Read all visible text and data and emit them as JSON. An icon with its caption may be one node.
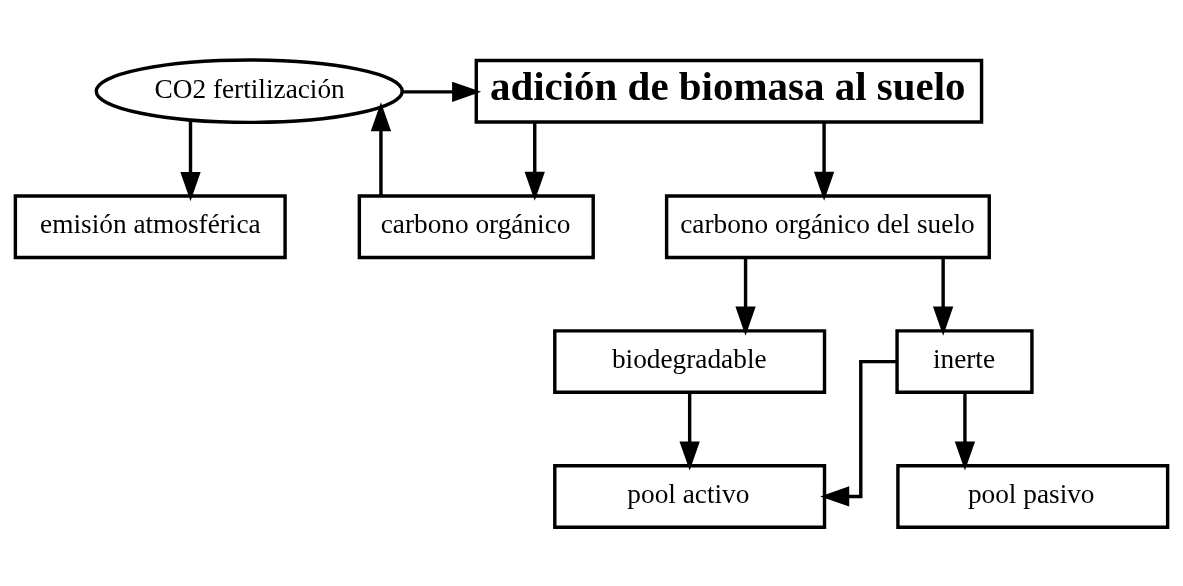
{
  "diagram": {
    "nodes": [
      {
        "text": [
          "CO2 fertilización"
        ]
      },
      {
        "text": [
          "adición de biomasa al suelo"
        ]
      },
      {
        "text": [
          "emisión atmosférica"
        ]
      },
      {
        "text": [
          "carbono orgánico"
        ]
      },
      {
        "text": [
          "carbono orgánico del suelo"
        ]
      },
      {
        "text": [
          "biodegradable"
        ]
      },
      {
        "text": [
          "inerte"
        ]
      },
      {
        "text": [
          "pool activo"
        ]
      },
      {
        "text": [
          "pool pasivo"
        ]
      }
    ],
    "edges": [
      {
        "from": 0,
        "to": 1,
        "arrow": "to"
      },
      {
        "from": 0,
        "to": 2,
        "arrow": "to"
      },
      {
        "from": 3,
        "to": 0,
        "arrow": "to"
      },
      {
        "from": 1,
        "to": 3,
        "arrow": "to"
      },
      {
        "from": 1,
        "to": 4,
        "arrow": "to"
      },
      {
        "from": 4,
        "to": 5,
        "arrow": "to"
      },
      {
        "from": 4,
        "to": 6,
        "arrow": "to"
      },
      {
        "from": 5,
        "to": 7,
        "arrow": "to"
      },
      {
        "from": 6,
        "to": 7,
        "arrow": "to"
      },
      {
        "from": 6,
        "to": 8,
        "arrow": "to"
      }
    ]
  }
}
